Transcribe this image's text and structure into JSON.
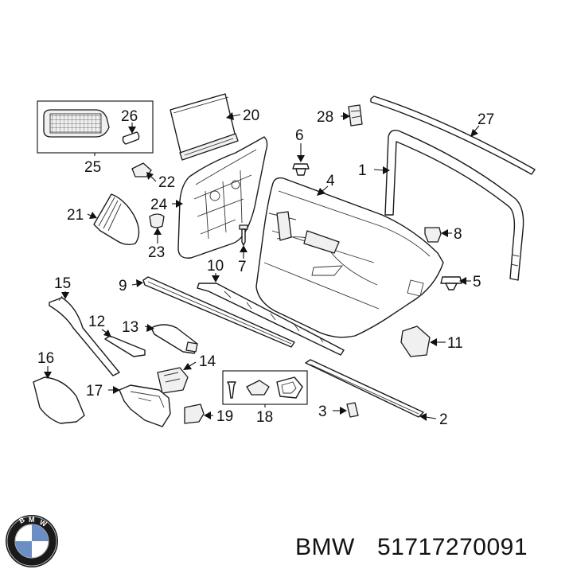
{
  "diagram": {
    "callouts": [
      "1",
      "2",
      "3",
      "4",
      "5",
      "6",
      "7",
      "8",
      "9",
      "10",
      "11",
      "12",
      "13",
      "14",
      "15",
      "16",
      "17",
      "18",
      "19",
      "20",
      "21",
      "22",
      "23",
      "24",
      "25",
      "26",
      "27",
      "28"
    ]
  },
  "brand": {
    "name": "BMW",
    "part_number": "51717270091",
    "logo_letters": "BMW"
  }
}
